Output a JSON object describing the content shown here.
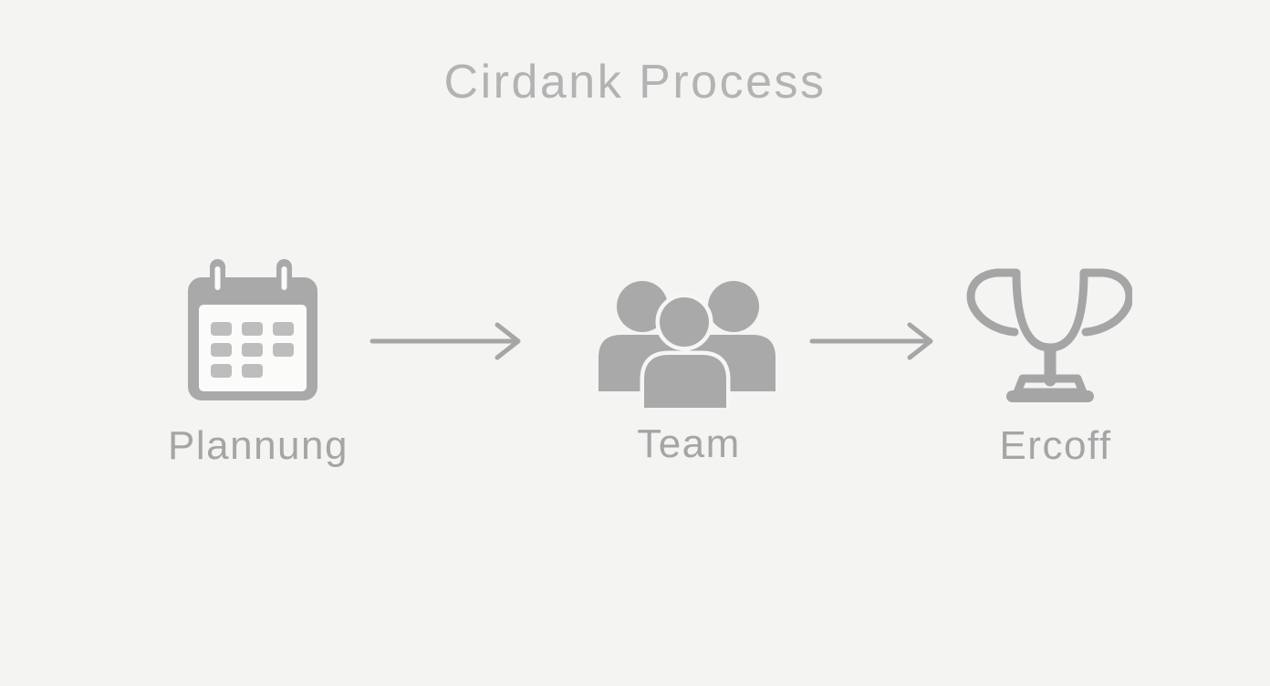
{
  "title": "Cirdank Process",
  "diagram": {
    "steps": [
      {
        "name": "planning",
        "icon": "calendar-icon",
        "label": "Plannung"
      },
      {
        "name": "team",
        "icon": "team-icon",
        "label": "Team"
      },
      {
        "name": "result",
        "icon": "trophy-icon",
        "label": "Ercoff"
      }
    ],
    "connectors": [
      {
        "icon": "arrow-right-icon"
      },
      {
        "icon": "arrow-right-icon"
      }
    ]
  },
  "colors": {
    "background": "#f4f4f2",
    "icon_gray": "#a9a9a9",
    "trophy_stroke_gray": "#a5a5a5",
    "label_gray": "#a5a5a5",
    "title_gray": "#b3b3b3",
    "arrow_gray": "#a6a6a6",
    "calendar_cell_gray": "#bdbdbd",
    "icon_inner_white": "#fbfbfa"
  }
}
